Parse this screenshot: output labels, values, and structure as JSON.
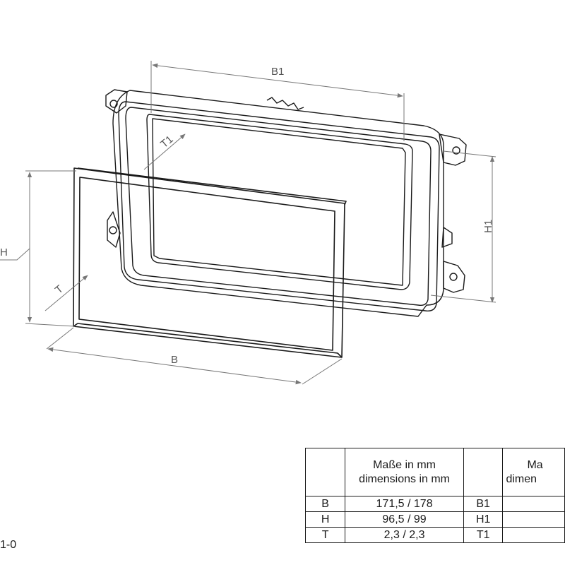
{
  "drawing": {
    "labels": {
      "b1": "B1",
      "t1": "T1",
      "h1": "H1",
      "h": "H",
      "t": "T",
      "b": "B"
    },
    "part_number_fragment": "1-0"
  },
  "table": {
    "header_left_line1": "Maße  in mm",
    "header_left_line2": "dimensions in mm",
    "header_right_line1": "Ma",
    "header_right_line2": "dimen",
    "rows": [
      {
        "key": "B",
        "value": "171,5 / 178",
        "key2": "B1",
        "value2": ""
      },
      {
        "key": "H",
        "value": "96,5 / 99",
        "key2": "H1",
        "value2": ""
      },
      {
        "key": "T",
        "value": "2,3 / 2,3",
        "key2": "T1",
        "value2": ""
      }
    ]
  },
  "colors": {
    "line": "#1a1a1a",
    "dimension": "#777777"
  }
}
